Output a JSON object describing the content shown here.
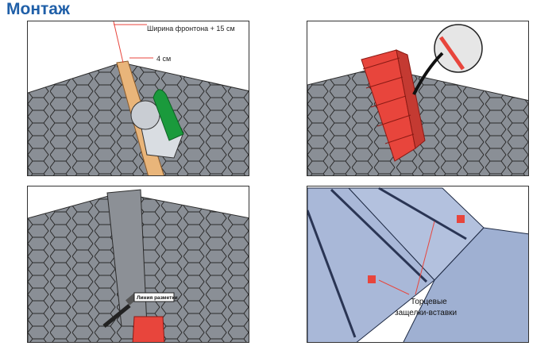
{
  "page": {
    "title": "Монтаж"
  },
  "panel1": {
    "label_width": "Ширина фронтона + 15 см",
    "label_offset": "4 см"
  },
  "panel3": {
    "label_line": "Линия разметки"
  },
  "panel4": {
    "label_line1": "Торцевые",
    "label_line2": "защелки-вставки"
  },
  "colors": {
    "title": "#1f5fa8",
    "shingle": "#8a8f96",
    "shingle_edge": "#2b2b2b",
    "ridge_red": "#e8453c",
    "tool_green": "#1a9a3c",
    "panel_blue": "#a9b8d8",
    "wood": "#e9b57a"
  }
}
